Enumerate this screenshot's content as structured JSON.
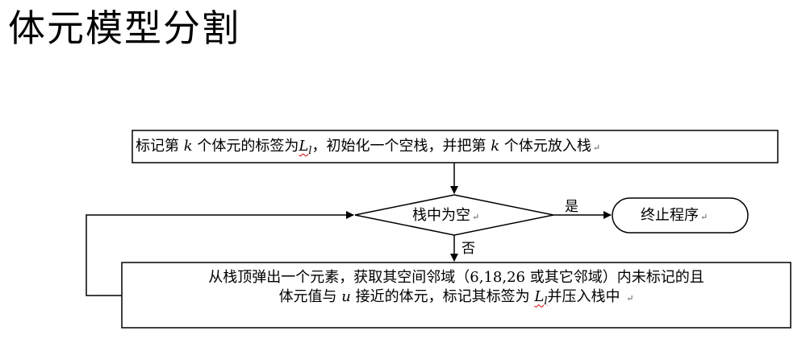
{
  "title": "体元模型分割",
  "flow": {
    "step1": {
      "part1": "标记第",
      "var_k": "k",
      "part2": "个体元的标签为",
      "var_L": "L",
      "var_l": "l",
      "part3": "，初始化一个空栈，并把第",
      "var_k2": "k",
      "part4": "个体元放入栈"
    },
    "decision": "栈中为空",
    "terminal": "终止程序",
    "yes_label": "是",
    "no_label": "否",
    "step2": {
      "line1": "从栈顶弹出一个元素，获取其空间邻域（6,18,26 或其它邻域）内未标记的且",
      "line2_part1": "体元值与",
      "var_u": "u",
      "line2_part2": "接近的体元，标记其标签为",
      "var_L": "L",
      "var_l": "l",
      "line2_part3": "并压入栈中"
    },
    "return_mark": "↵"
  }
}
